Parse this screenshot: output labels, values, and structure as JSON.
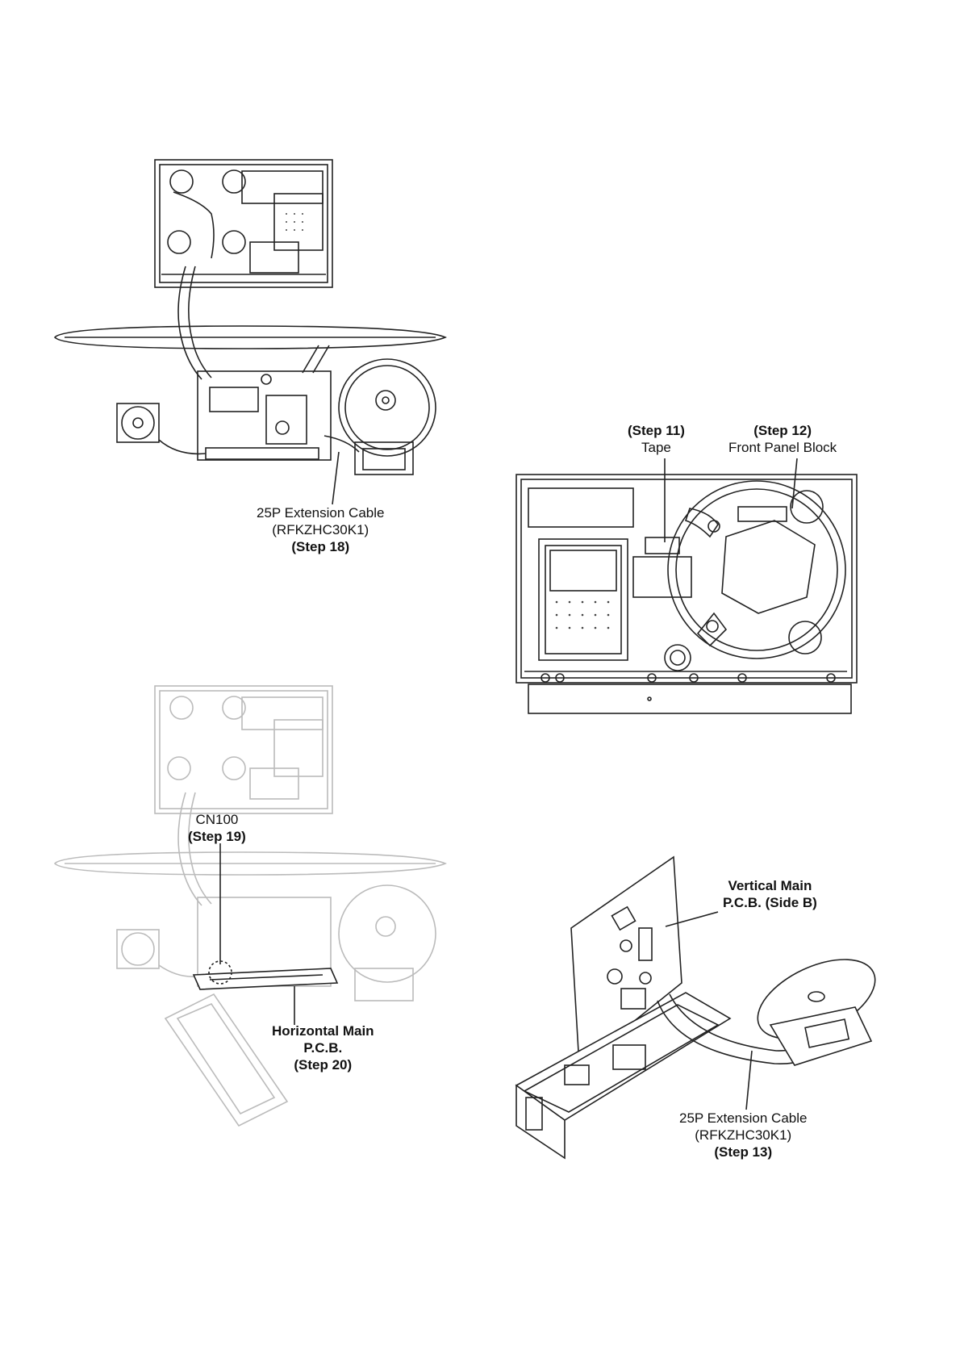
{
  "labels": {
    "fig1_cable": [
      "25P Extension Cable",
      "(RFKZHC30K1)"
    ],
    "fig1_step": "(Step 18)",
    "fig2_tape_step": "(Step 11)",
    "fig2_tape": "Tape",
    "fig2_panel_step": "(Step 12)",
    "fig2_panel": "Front Panel Block",
    "fig3_cn": "CN100",
    "fig3_cn_step": "(Step 19)",
    "fig3_pcb": [
      "Horizontal Main",
      "P.C.B.",
      "(Step 20)"
    ],
    "fig4_pcb": [
      "Vertical Main",
      "P.C.B. (Side B)"
    ],
    "fig4_cable": [
      "25P Extension Cable",
      "(RFKZHC30K1)"
    ],
    "fig4_step": "(Step 13)"
  }
}
